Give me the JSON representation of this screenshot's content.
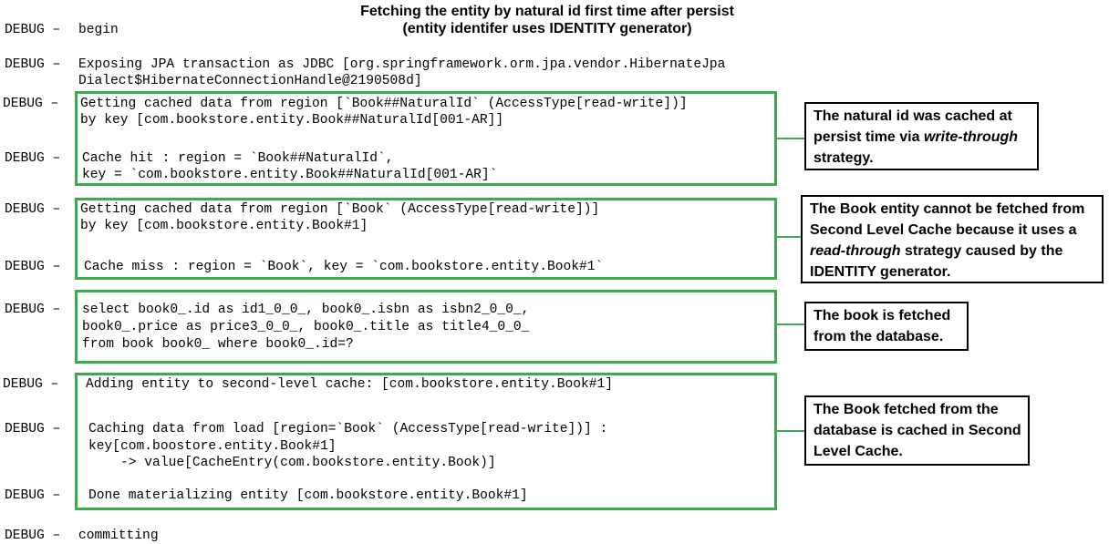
{
  "title": {
    "line1": "Fetching the entity by natural id first time after persist",
    "line2": "(entity identifer uses IDENTITY generator)"
  },
  "prefix": {
    "main": "DEBUG – ",
    "short": "DEBUG –"
  },
  "logs": {
    "begin": "begin",
    "exposing": {
      "line1": "Exposing JPA transaction as JDBC [org.springframework.orm.jpa.vendor.HibernateJpa",
      "line2": "Dialect$HibernateConnectionHandle@2190508d]"
    },
    "natural_get": {
      "line1": "Getting cached data from region [`Book##NaturalId` (AccessType[read-write])]",
      "line2": "by key [com.bookstore.entity.Book##NaturalId[001-AR]]"
    },
    "natural_hit": {
      "line1": "Cache hit : region = `Book##NaturalId`,",
      "line2": "key = `com.bookstore.entity.Book##NaturalId[001-AR]`"
    },
    "book_get": {
      "line1": "Getting cached data from region [`Book` (AccessType[read-write])]",
      "line2": "by key [com.bookstore.entity.Book#1]"
    },
    "book_miss": "Cache miss : region = `Book`, key = `com.bookstore.entity.Book#1`",
    "select": {
      "line1": "select book0_.id as id1_0_0_, book0_.isbn as isbn2_0_0_,",
      "line2": "book0_.price as price3_0_0_, book0_.title as title4_0_0_",
      "line3": "from book book0_ where book0_.id=?"
    },
    "adding": "Adding entity to second-level cache: [com.bookstore.entity.Book#1]",
    "caching": {
      "line1": "Caching data from load [region=`Book` (AccessType[read-write])] :",
      "line2": "key[com.boostore.entity.Book#1]",
      "line3": "    -> value[CacheEntry(com.bookstore.entity.Book)]"
    },
    "done": "Done materializing entity [com.bookstore.entity.Book#1]",
    "committing": "committing"
  },
  "notes": {
    "n1": {
      "line1": "The natural id was cached at",
      "line2_pre": "persist time via ",
      "line2_em": "write-through",
      "line3": "strategy."
    },
    "n2": {
      "line1": "The Book entity cannot be fetched from",
      "line2": "Second Level Cache because it uses a",
      "line3_em": "read-through",
      "line3_post": " strategy caused by the",
      "line4": "IDENTITY generator."
    },
    "n3": {
      "line1": "The book is fetched",
      "line2": "from the database."
    },
    "n4": {
      "line1": "The Book fetched from the",
      "line2": "database is cached in Second",
      "line3": "Level Cache."
    }
  },
  "colors": {
    "box_border": "#3daa4e",
    "note_border": "#000000"
  }
}
